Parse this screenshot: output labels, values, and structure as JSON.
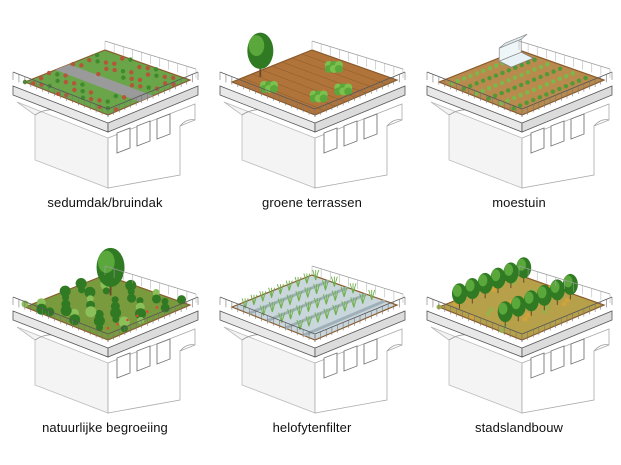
{
  "panels": [
    {
      "label": "sedumdak/bruindak",
      "type": "sedum"
    },
    {
      "label": "groene terrassen",
      "type": "terrace"
    },
    {
      "label": "moestuin",
      "type": "vegetable"
    },
    {
      "label": "natuurlijke begroeiing",
      "type": "natural"
    },
    {
      "label": "helofytenfilter",
      "type": "helophyte"
    },
    {
      "label": "stadslandbouw",
      "type": "urbanfarm"
    }
  ],
  "colors": {
    "roof_edge": "#8a5a2b",
    "soil": "#b0743a",
    "green": "#5aa83c",
    "dark_green": "#2f7a22",
    "gray": "#9a9a9a",
    "building": "#f4f4f4",
    "line": "#555555"
  }
}
